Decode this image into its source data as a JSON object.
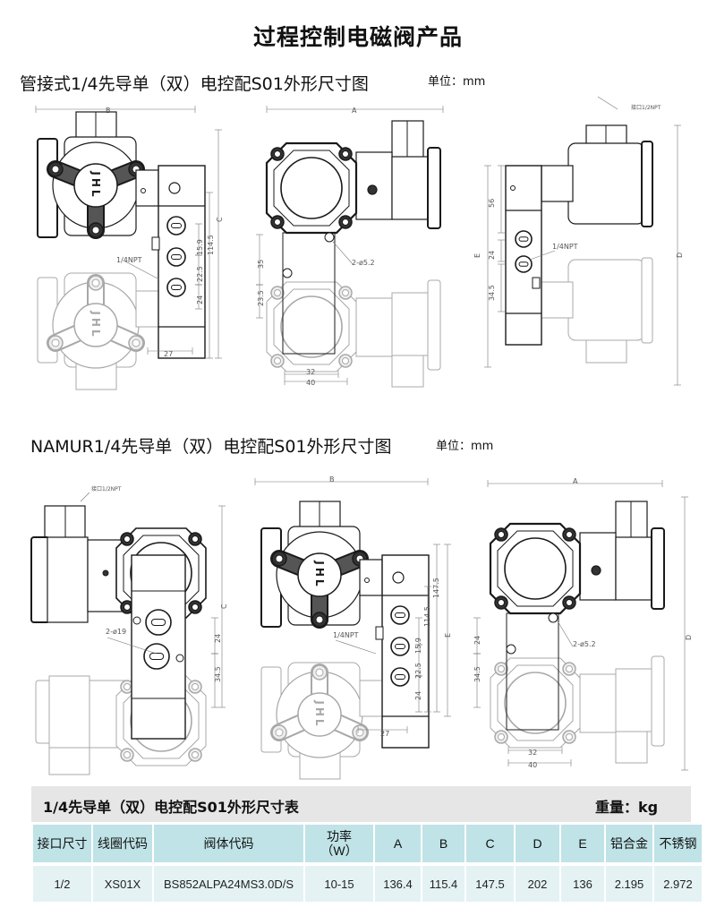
{
  "page_title": "过程控制电磁阀产品",
  "section1": {
    "title": "管接式1/4先导单（双）电控配S01外形尺寸图",
    "unit": "单位：mm"
  },
  "section2": {
    "title": "NAMUR1/4先导单（双）电控配S01外形尺寸图",
    "unit": "单位：mm"
  },
  "drawings": {
    "logo": "JHL",
    "view1": {
      "B": "B",
      "C": "C",
      "d15_9": "15.9",
      "d114_5": "114.5",
      "d22_5": "22.5",
      "d24": "24",
      "d27": "27",
      "npt": "1/4NPT"
    },
    "view2": {
      "A": "A",
      "d35": "35",
      "d23_5": "23.5",
      "d32": "32",
      "d40": "40",
      "hole": "2-ø5.2"
    },
    "view3": {
      "port": "接口1/2NPT",
      "D": "D",
      "E": "E",
      "d56": "56",
      "d24": "24",
      "d34_5": "34.5",
      "npt": "1/4NPT"
    },
    "view4": {
      "port": "接口1/2NPT",
      "C": "C",
      "d24": "24",
      "d34_5": "34.5",
      "hole": "2-ø19"
    },
    "view5": {
      "B": "B",
      "E": "E",
      "d147_5": "147.5",
      "d114_5": "114.5",
      "d15_9": "15.9",
      "d22_5": "22.5",
      "d24": "24",
      "d27": "27",
      "npt": "1/4NPT"
    },
    "view6": {
      "A": "A",
      "D": "D",
      "d24": "24",
      "d34_5": "34.5",
      "d32": "32",
      "d40": "40",
      "hole": "2-ø5.2"
    }
  },
  "table": {
    "title": "1/4先导单（双）电控配S01外形尺寸表",
    "weight_unit": "重量：kg",
    "headers": [
      "接口尺寸",
      "线圈代码",
      "阀体代码",
      "功率\n（W）",
      "A",
      "B",
      "C",
      "D",
      "E",
      "铝合金",
      "不锈钢"
    ],
    "rows": [
      [
        "1/2",
        "XS01X",
        "BS852ALPA24MS3.0D/S",
        "10-15",
        "136.4",
        "115.4",
        "147.5",
        "202",
        "136",
        "2.195",
        "2.972"
      ]
    ]
  }
}
